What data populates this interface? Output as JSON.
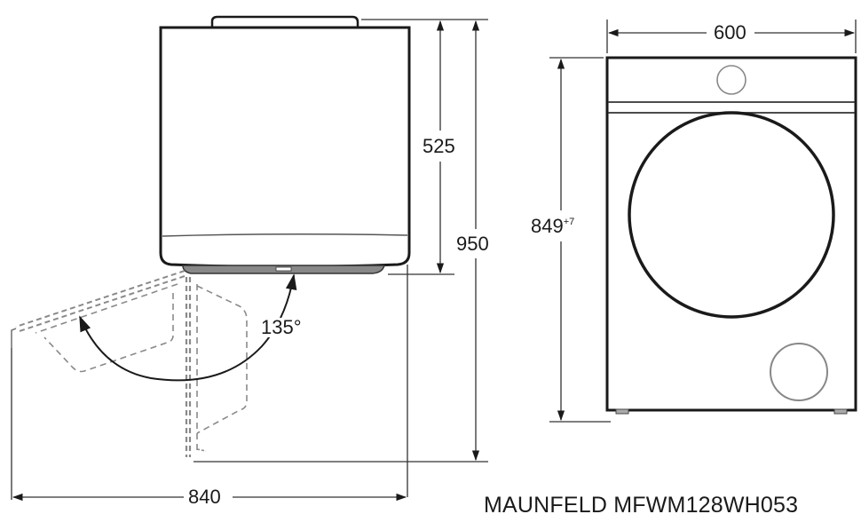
{
  "diagram": {
    "type": "technical-dimension-drawing",
    "subject": "washing machine",
    "caption": "MAUNFELD MFWM128WH053",
    "units": "mm",
    "top_view": {
      "label": "top view with door opening",
      "dimensions": {
        "top_to_door_front": "525",
        "total_depth_door_open": "950",
        "total_width_door_open": "840",
        "door_opening_angle": "135°"
      }
    },
    "front_view": {
      "label": "front view",
      "dimensions": {
        "width": "600",
        "height": "849",
        "height_tolerance": "+7"
      },
      "features": [
        "control-knob",
        "door-porthole",
        "service-hatch",
        "feet"
      ]
    },
    "colors": {
      "line": "#1a1a1a",
      "dimension_line": "#333333",
      "hidden_line": "#8a8a8a",
      "background": "#ffffff"
    }
  }
}
